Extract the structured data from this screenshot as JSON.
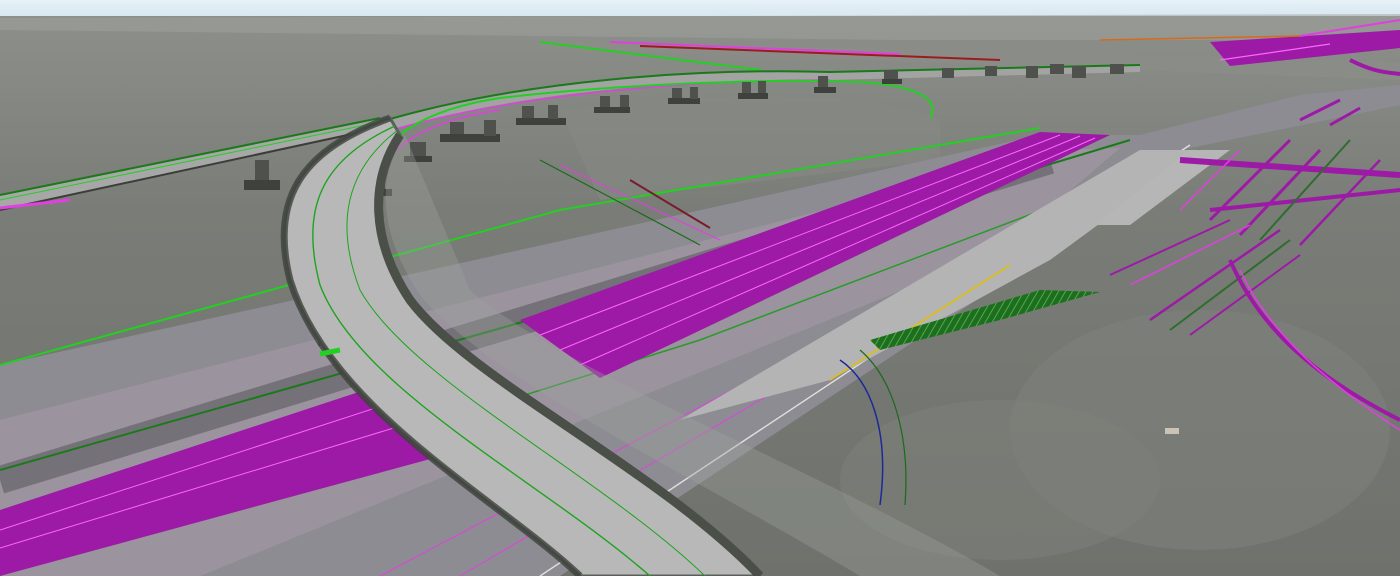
{
  "viewport": {
    "kind": "3D road design model view",
    "colors": {
      "sky": "#dcebf5",
      "terrain": "#737570",
      "terrain_light": "#8a8c87",
      "bridge_deck": "#b9b9b9",
      "bridge_edge": "#5a5f59",
      "pavement_highlight": "#9c1aa6",
      "design_line_green": "#22d022",
      "design_line_magenta": "#e040e0",
      "alignment_blue": "#1a2a9a",
      "pier": "#4f514d"
    },
    "layers": [
      "terrain-mesh",
      "main-roadway",
      "magenta-pavement-panels",
      "curved-flyover-bridge",
      "bridge-piers",
      "right-side-ramps",
      "design-linework"
    ]
  }
}
